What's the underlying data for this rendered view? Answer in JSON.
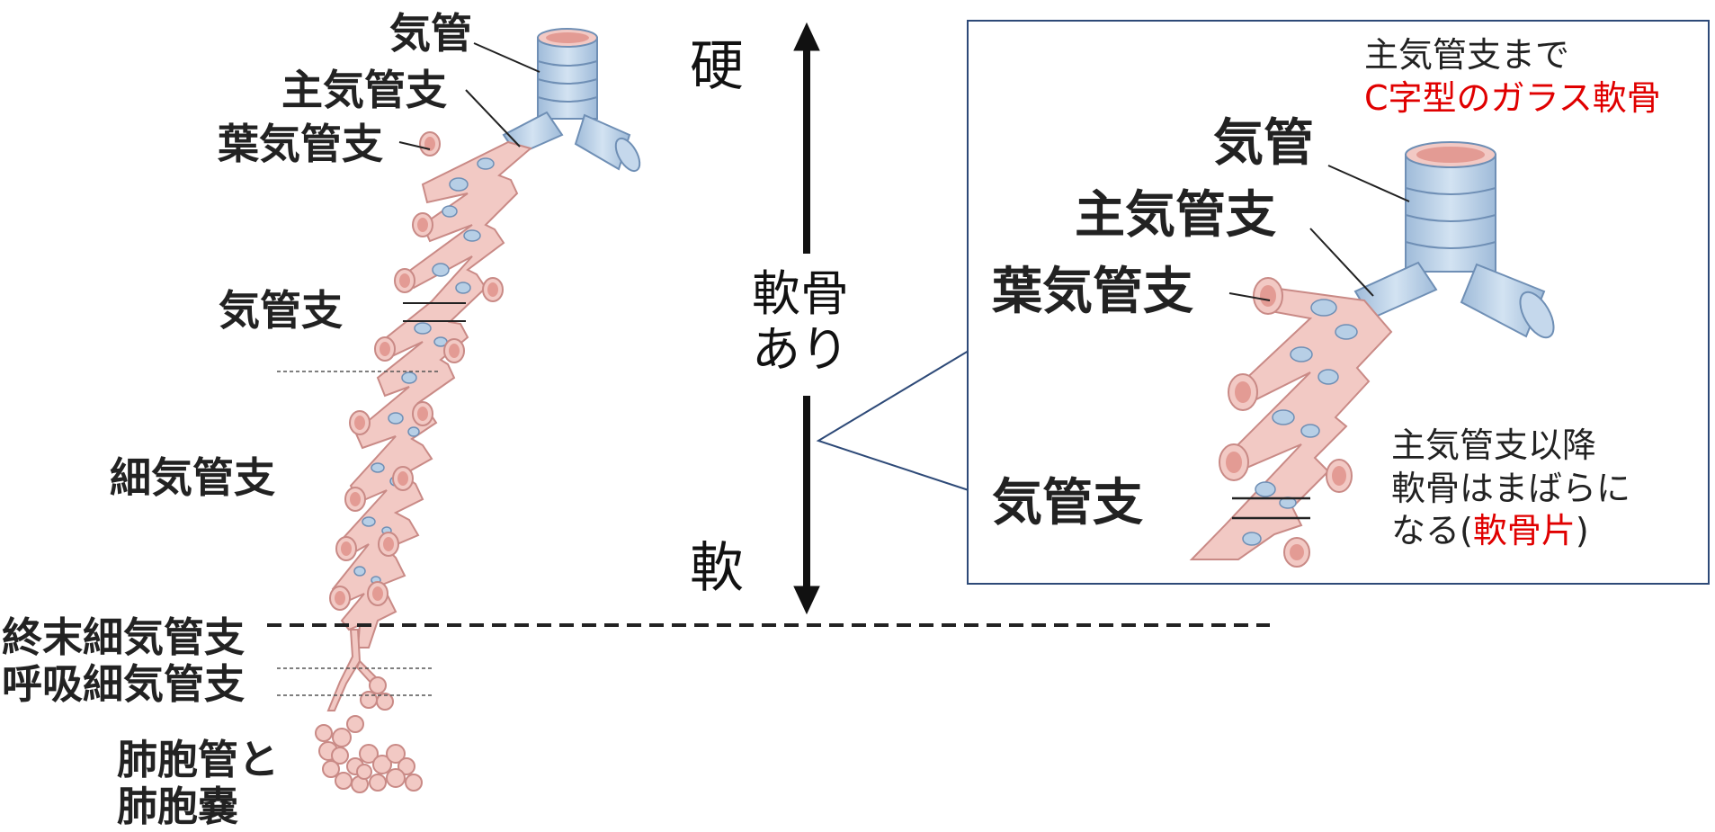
{
  "labels": {
    "trachea": "気管",
    "main_bronchus": "主気管支",
    "lobar_bronchus": "葉気管支",
    "bronchus": "気管支",
    "bronchiole": "細気管支",
    "terminal_bronchiole": "終末細気管支",
    "respiratory_bronchiole": "呼吸細気管支",
    "alveolar_line1": "肺胞管と",
    "alveolar_line2": "肺胞嚢"
  },
  "scale": {
    "hard": "硬",
    "middle_line1": "軟骨",
    "middle_line2": "あり",
    "soft": "軟"
  },
  "callout": {
    "trachea": "気管",
    "main_bronchus": "主気管支",
    "lobar_bronchus": "葉気管支",
    "bronchus": "気管支",
    "note_top_line1": "主気管支まで",
    "note_top_line2": "C字型のガラス軟骨",
    "note_bottom_line1": "主気管支以降",
    "note_bottom_line2": "軟骨はまばらに",
    "note_bottom_line3_a": "なる(",
    "note_bottom_line3_b": "軟骨片",
    "note_bottom_line3_c": ")"
  },
  "colors": {
    "airway_pink": "#f2c9c4",
    "airway_stroke": "#c98a86",
    "cartilage_blue": "#b7cfe6",
    "cartilage_stroke": "#6f8fb5",
    "callout_border": "#2e4a78",
    "highlight_red": "#e00000"
  }
}
